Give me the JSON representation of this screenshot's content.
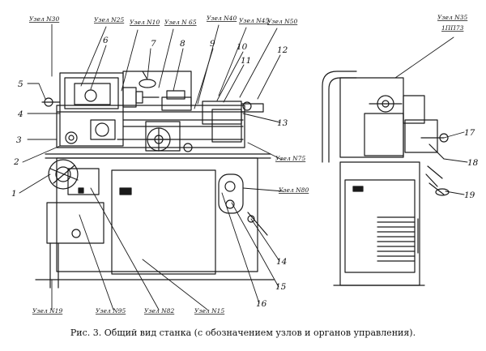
{
  "caption": "Рис. 3. Общий вид станка (с обозначением узлов и органов управления).",
  "unit_labels": {
    "u130": "Узел N30",
    "u125": "Узел N25",
    "u110": "Узел N10",
    "u165": "Узел N 65",
    "u140": "Узел N40",
    "u145": "Узел N45",
    "u150": "Узел N50",
    "u135": "Узел N35",
    "u135_sub": "1ПП73",
    "u175": "Узел N75",
    "u180": "Узел N80",
    "u119": "Узел N19",
    "u195": "Узел N95",
    "u182": "Узел N82",
    "u115": "Узел N15"
  },
  "numbers": {
    "n1": "1",
    "n2": "2",
    "n3": "3",
    "n4": "4",
    "n5": "5",
    "n6": "6",
    "n7": "7",
    "n8": "8",
    "n9": "9",
    "n10": "10",
    "n11": "11",
    "n12": "12",
    "n13": "13",
    "n14": "14",
    "n15": "15",
    "n16": "16",
    "n17": "17",
    "n18": "18",
    "n19": "19"
  }
}
